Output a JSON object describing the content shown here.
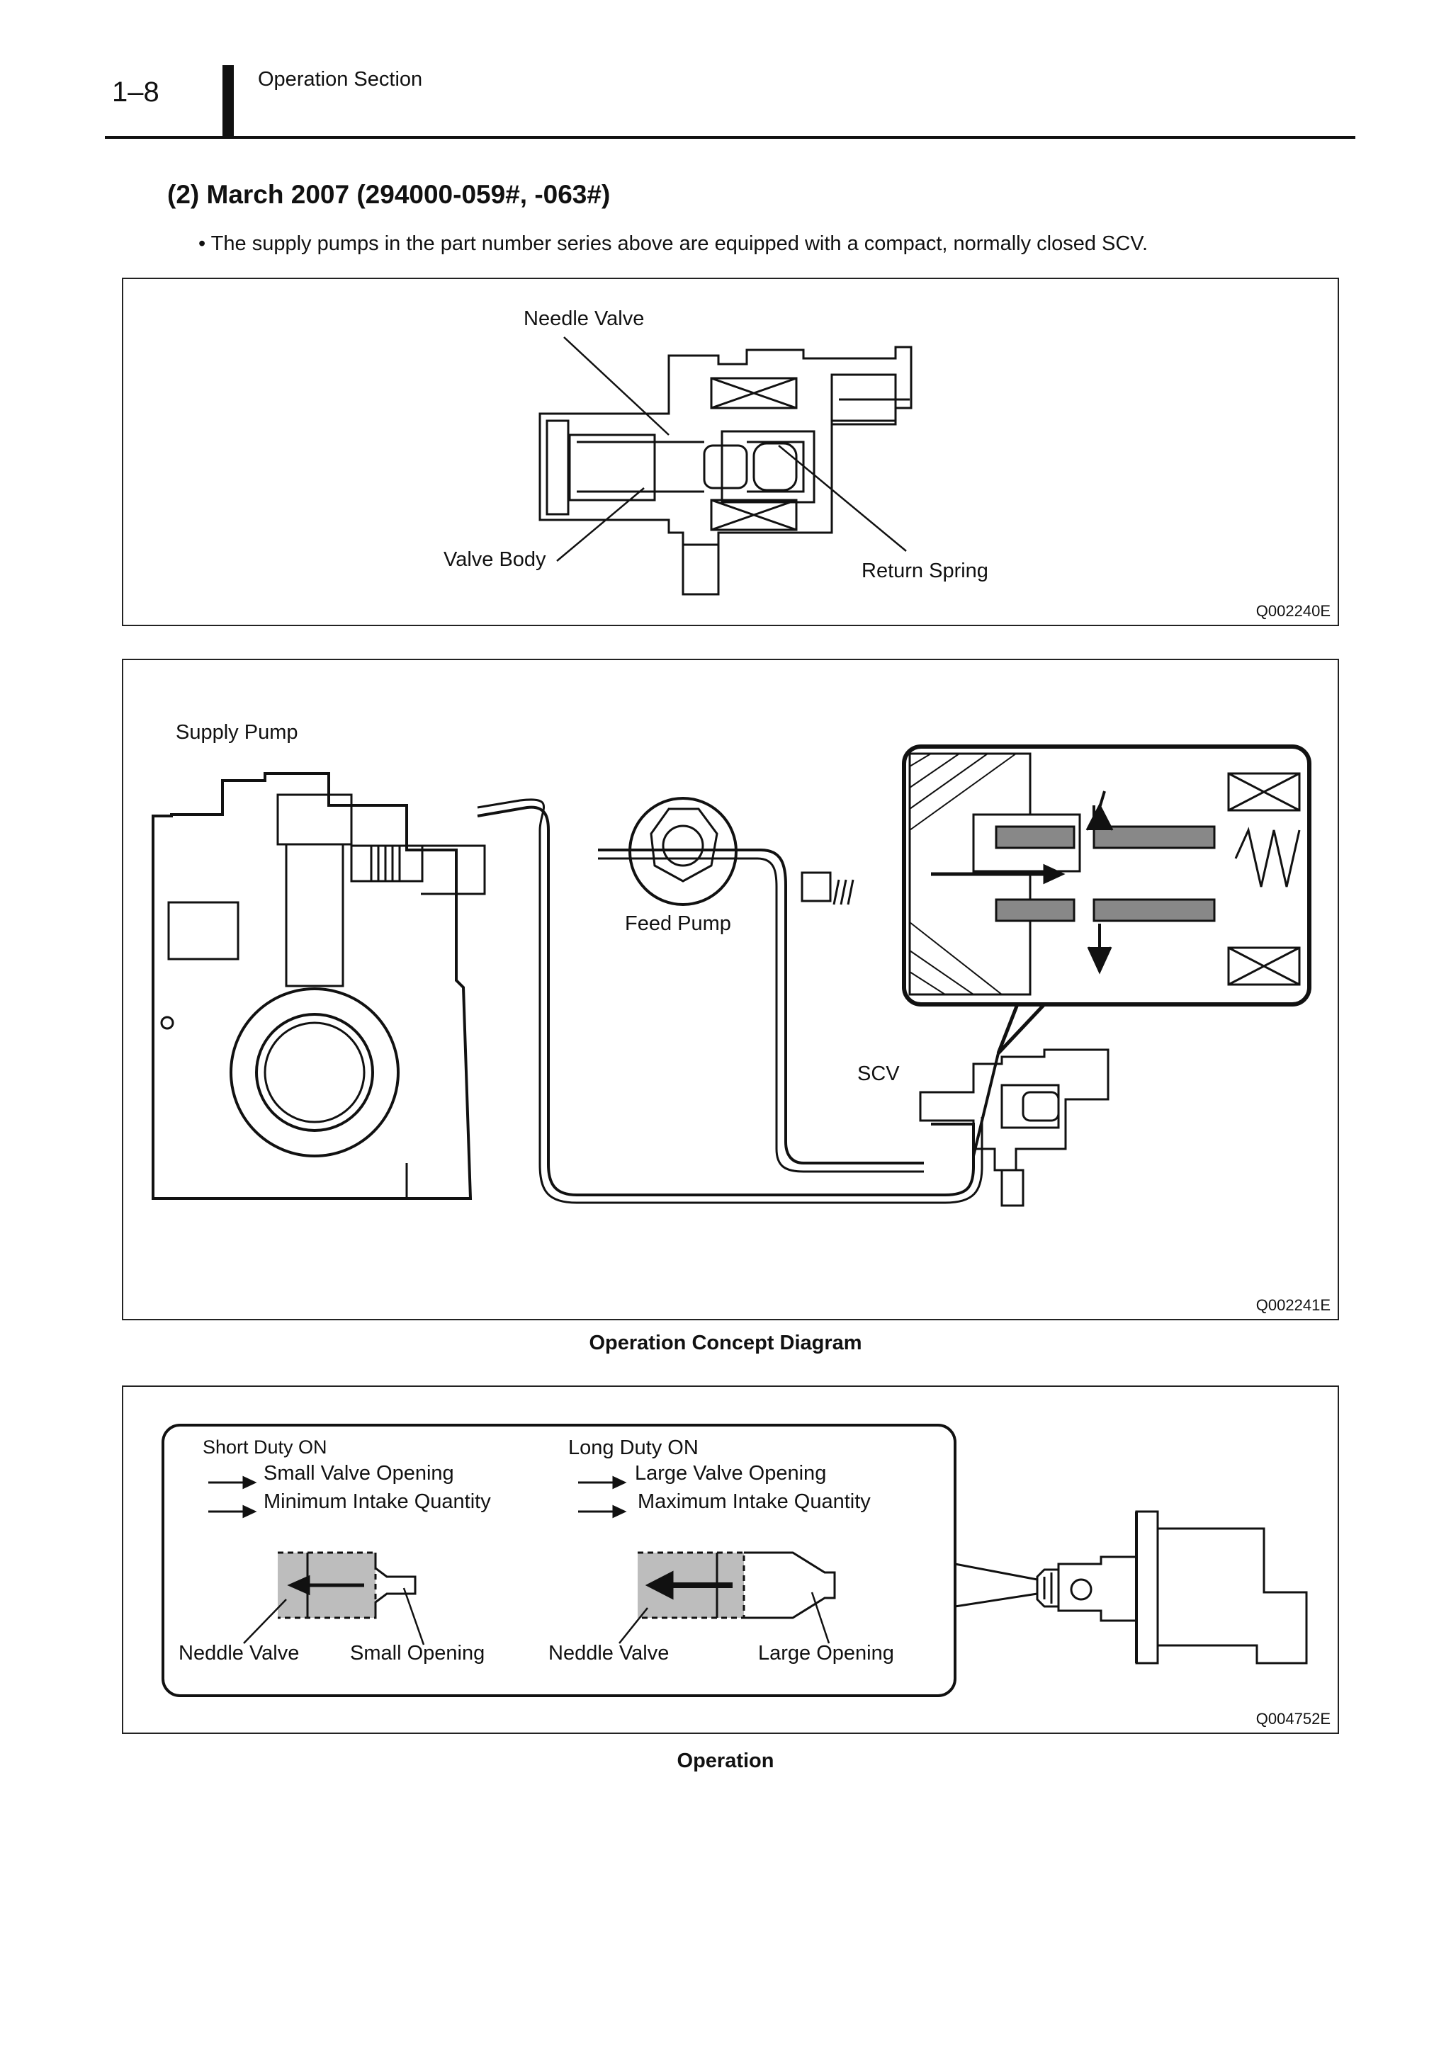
{
  "header": {
    "page_number": "1–8",
    "section_title": "Operation Section"
  },
  "section": {
    "heading": "(2)  March 2007 (294000-059#, -063#)",
    "bullet": "• The supply pumps in the part number series above are equipped with a compact, normally closed SCV."
  },
  "figure1": {
    "id": "Q002240E",
    "labels": {
      "needle_valve": "Needle Valve",
      "valve_body": "Valve Body",
      "return_spring": "Return Spring"
    }
  },
  "figure2": {
    "id": "Q002241E",
    "caption": "Operation Concept Diagram",
    "labels": {
      "supply_pump": "Supply Pump",
      "feed_pump": "Feed Pump",
      "scv": "SCV"
    }
  },
  "figure3": {
    "id": "Q004752E",
    "caption": "Operation",
    "short_duty": {
      "title": "Short Duty ON",
      "line1": "Small Valve Opening",
      "line2": "Minimum Intake Quantity",
      "needle_label": "Neddle Valve",
      "opening_label": "Small Opening"
    },
    "long_duty": {
      "title": "Long Duty ON",
      "line1": "Large Valve Opening",
      "line2": "Maximum Intake Quantity",
      "needle_label": "Neddle Valve",
      "opening_label": "Large Opening"
    }
  }
}
